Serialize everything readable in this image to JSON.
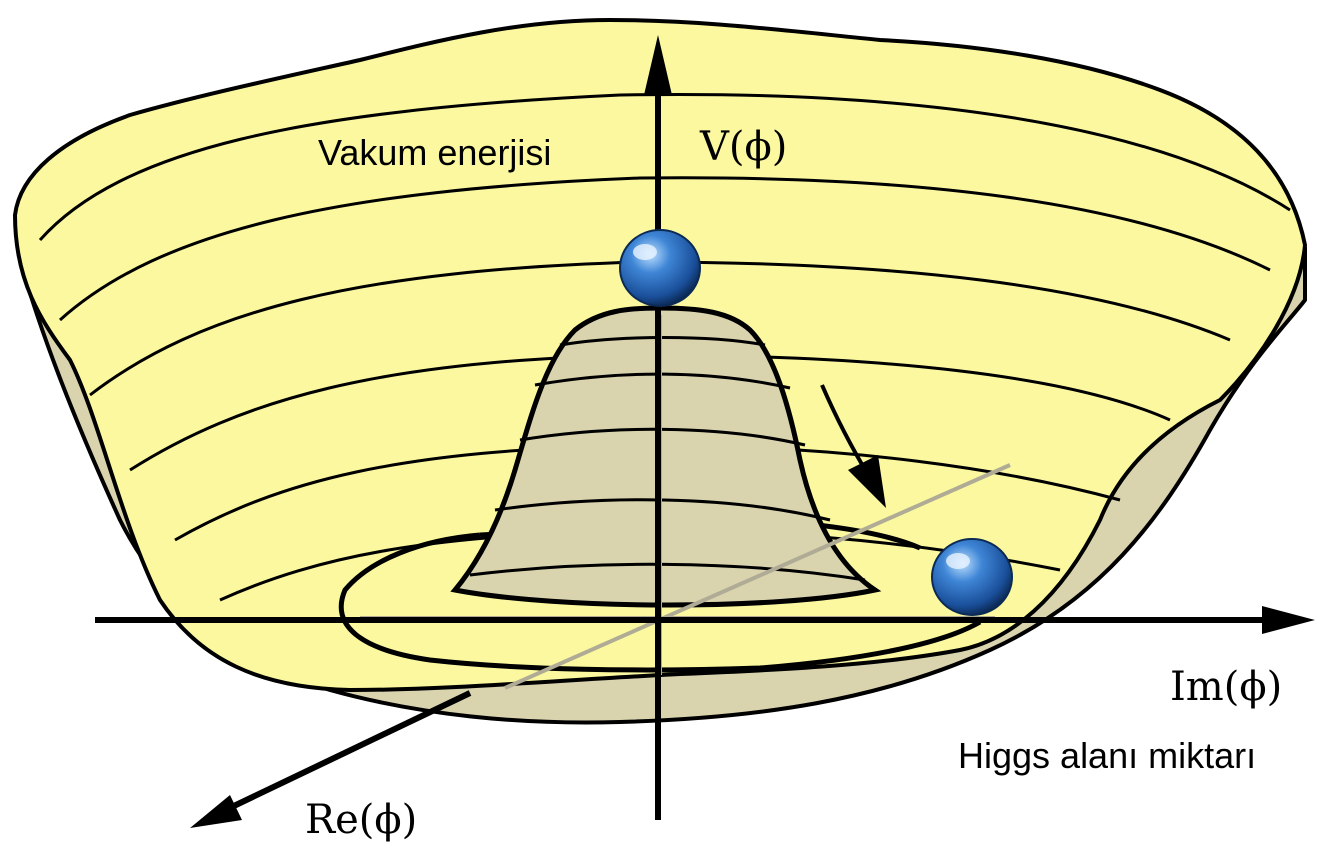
{
  "labels": {
    "vacuum_energy": "Vakum enerjisi",
    "v_axis": "V(ϕ)",
    "im_axis": "Im(ϕ)",
    "re_axis": "Re(ϕ)",
    "higgs_amount": "Higgs alanı miktarı"
  },
  "colors": {
    "bowl_fill": "#fbf8a0",
    "bowl_shade": "#d9d3ae",
    "outline": "#000000",
    "guide_line": "#b0ab95",
    "ball": "#1f5fb0"
  },
  "icons": {
    "ball": "sphere-icon",
    "arrow": "arrow-icon"
  }
}
